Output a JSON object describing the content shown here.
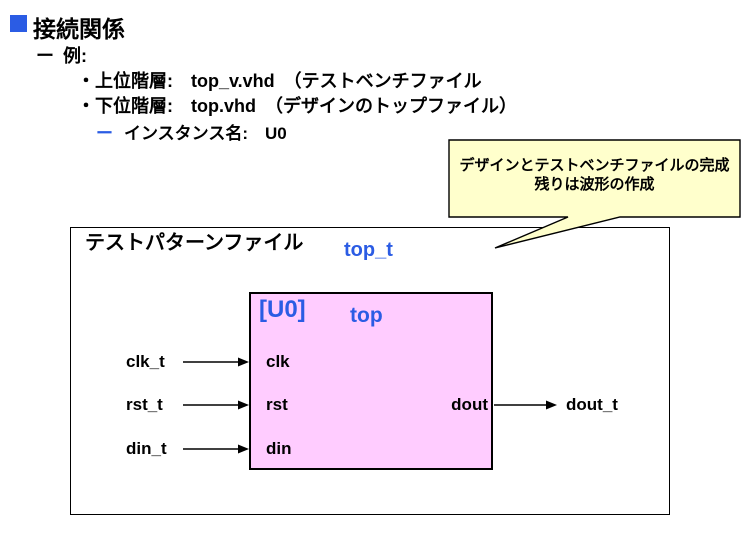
{
  "slide": {
    "title": "接続関係",
    "background": "#FFFFFF",
    "accent_blue": "#2B5CE4"
  },
  "outline": {
    "l1_bullet": "ー",
    "l1_text": "例:",
    "l2a_text": "・上位階層:　top_v.vhd　（テストベンチファイル",
    "l2b_text": "・下位階層:　top.vhd　（デザインのトップファイル）",
    "l3_bullet": "ー",
    "l3_text": "インスタンス名:　U0"
  },
  "callout": {
    "line1": "デザインとテストベンチファイルの完成",
    "line2": "残りは波形の作成",
    "fill": "#FFFFCC"
  },
  "diagram": {
    "testbench_label": "テストパターンファイル",
    "testbench_entity": "top_t",
    "instance_label": "[U0]",
    "instance_entity": "top",
    "inner_fill": "#FFCCFF",
    "inputs": [
      {
        "signal": "clk_t",
        "port": "clk"
      },
      {
        "signal": "rst_t",
        "port": "rst"
      },
      {
        "signal": "din_t",
        "port": "din"
      }
    ],
    "output": {
      "port": "dout",
      "signal": "dout_t"
    }
  }
}
